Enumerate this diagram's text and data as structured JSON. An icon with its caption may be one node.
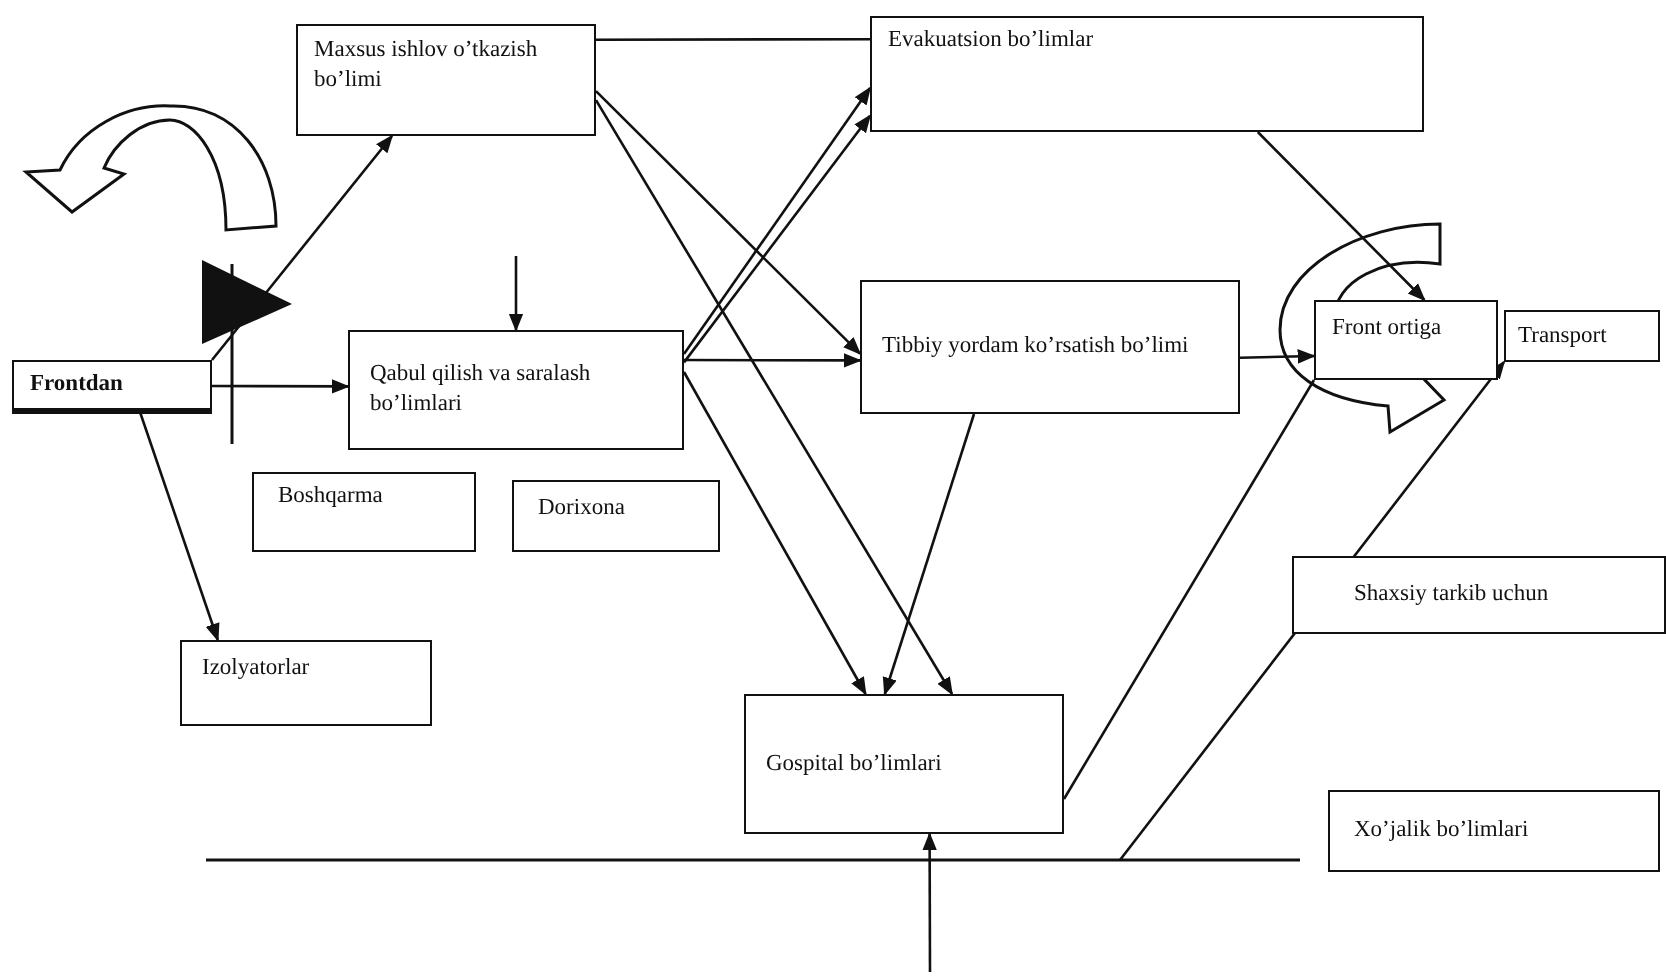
{
  "diagram": {
    "nodes": [
      {
        "text": [
          "Maxsus ishlov o’tkazish bo’limi"
        ]
      },
      {
        "text": [
          "Evakuatsion bo’limlar"
        ]
      },
      {
        "text": [
          "Frontdan"
        ]
      },
      {
        "text": [
          "Qabul qilish va saralash bo’limlari"
        ]
      },
      {
        "text": [
          "Tibbiy yordam ko’rsatish bo’limi"
        ]
      },
      {
        "text": [
          "Front ortiga"
        ]
      },
      {
        "text": [
          "Transport"
        ]
      },
      {
        "text": [
          "Boshqarma"
        ]
      },
      {
        "text": [
          "Dorixona"
        ]
      },
      {
        "text": [
          "Izolyatorlar"
        ]
      },
      {
        "text": [
          "Gospital bo’limlari"
        ]
      },
      {
        "text": [
          "Shaxsiy tarkib uchun"
        ]
      },
      {
        "text": [
          "Xo’jalik bo’limlari"
        ]
      }
    ],
    "edges": [
      {
        "from": 2,
        "to": 0,
        "arrow": "to"
      },
      {
        "from": 2,
        "to": 3,
        "arrow": "to"
      },
      {
        "from": 2,
        "to": 9,
        "arrow": "to"
      },
      {
        "from": null,
        "to": 3,
        "arrow": "to"
      },
      {
        "from": 0,
        "to": 1,
        "arrow": "none"
      },
      {
        "from": 3,
        "to": 1,
        "arrow": "to"
      },
      {
        "from": 3,
        "to": 1,
        "arrow": "to"
      },
      {
        "from": 3,
        "to": 4,
        "arrow": "to"
      },
      {
        "from": 0,
        "to": 4,
        "arrow": "to"
      },
      {
        "from": 0,
        "to": 10,
        "arrow": "to"
      },
      {
        "from": 3,
        "to": 10,
        "arrow": "to"
      },
      {
        "from": 4,
        "to": 10,
        "arrow": "to"
      },
      {
        "from": 4,
        "to": 5,
        "arrow": "to"
      },
      {
        "from": 1,
        "to": 5,
        "arrow": "to"
      },
      {
        "from": 10,
        "to": 5,
        "arrow": "none"
      },
      {
        "from": null,
        "to": 6,
        "arrow": "to"
      },
      {
        "from": null,
        "to": 10,
        "arrow": "to"
      }
    ]
  }
}
